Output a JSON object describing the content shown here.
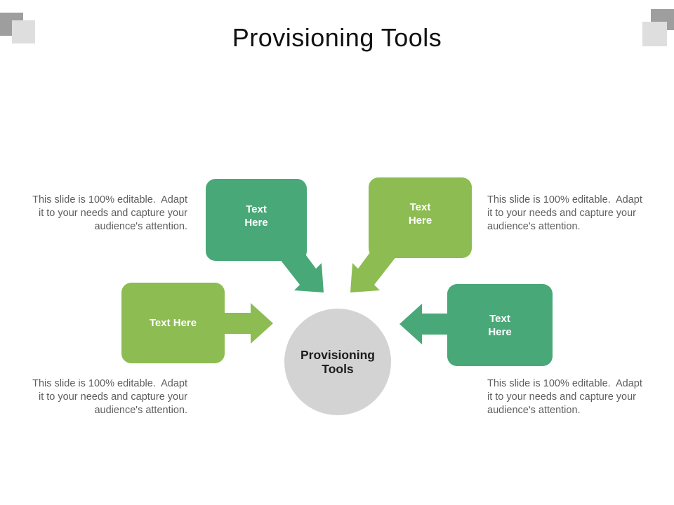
{
  "slide": {
    "title": "Provisioning Tools",
    "hub": {
      "label": "Provisioning\nTools"
    },
    "boxes": [
      {
        "position": "top-left",
        "label": "Text\nHere",
        "color": "#49A878"
      },
      {
        "position": "top-right",
        "label": "Text\nHere",
        "color": "#8DBC52"
      },
      {
        "position": "left",
        "label": "Text Here",
        "color": "#8DBC52"
      },
      {
        "position": "right",
        "label": "Text\nHere",
        "color": "#49A878"
      }
    ],
    "captions": {
      "top_left": "This slide is 100% editable.  Adapt\nit to your needs and capture your\naudience's attention.",
      "top_right": "This slide is 100% editable.  Adapt\nit to your needs and capture your\naudience's attention.",
      "bottom_left": "This slide is 100% editable.  Adapt\nit to your needs and capture your\naudience's attention.",
      "bottom_right": "This slide is 100% editable.  Adapt\nit to your needs and capture your\naudience's attention."
    }
  },
  "palette": {
    "teal_green": "#49A878",
    "yellow_green": "#8DBC52",
    "circle_gray": "#D3D3D3",
    "caption_gray": "#5E5E5E",
    "deco_dark_gray": "#9E9E9E",
    "deco_light_gray": "#DEDEDE",
    "title_black": "#111111"
  }
}
